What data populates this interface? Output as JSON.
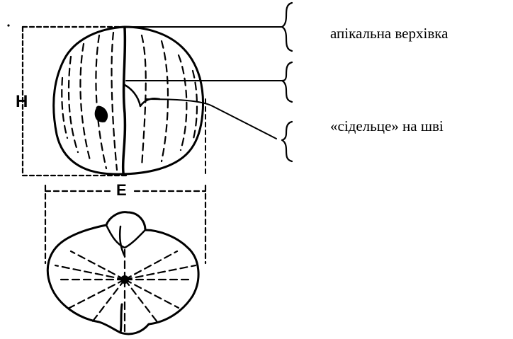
{
  "labels": {
    "apex": "апікальна верхівка",
    "saddle": "«сідельце» на шві",
    "height": "H",
    "width": "E"
  },
  "colors": {
    "ink": "#000000",
    "paper": "#ffffff"
  }
}
